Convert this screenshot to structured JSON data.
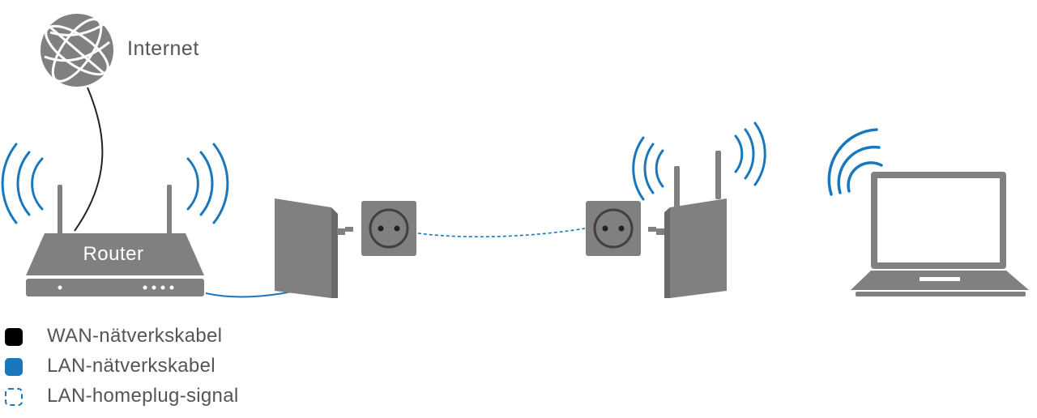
{
  "labels": {
    "internet": "Internet",
    "router": "Router"
  },
  "legend": [
    {
      "label": "WAN-nätverkskabel",
      "style": "solid",
      "color": "#000000"
    },
    {
      "label": "LAN-nätverkskabel",
      "style": "solid",
      "color": "#1a77bc"
    },
    {
      "label": "LAN-homeplug-signal",
      "style": "dashed",
      "color": "#1a77bc"
    }
  ],
  "colors": {
    "device_gray": "#808080",
    "device_dark": "#6a6a6a",
    "wifi_blue": "#1a77bc",
    "text_gray": "#555555"
  },
  "icons": [
    "globe-icon",
    "router-icon",
    "powerline-adapter-icon",
    "wall-socket-icon",
    "wifi-powerline-adapter-icon",
    "laptop-icon",
    "wifi-signal-icon"
  ]
}
